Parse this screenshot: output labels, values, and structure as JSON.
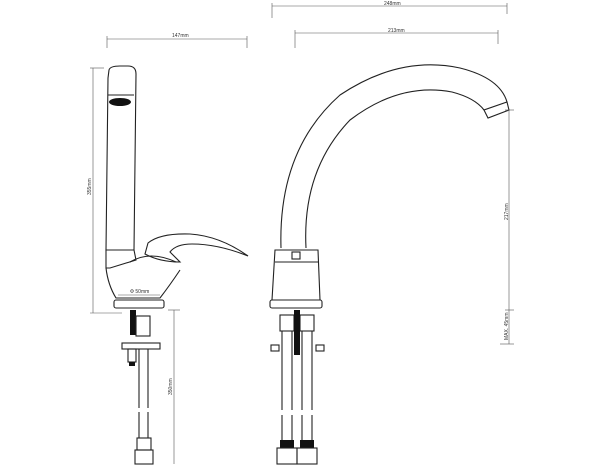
{
  "drawing": {
    "subject": "Single-lever kitchen faucet technical drawing",
    "views": [
      "side-view",
      "front-view"
    ]
  },
  "dimensions": {
    "side_width": "147mm",
    "side_height": "355mm",
    "base_diameter": "Φ 50mm",
    "hose_length": "350mm",
    "front_total_reach": "248mm",
    "front_spout_reach": "213mm",
    "spout_height": "217mm",
    "max_deck_thickness": "MAX. 45mm"
  }
}
